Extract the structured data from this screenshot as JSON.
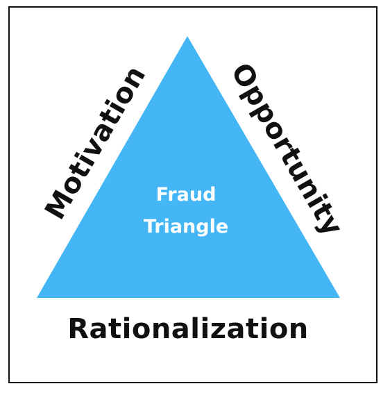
{
  "diagram": {
    "center": {
      "line1": "Fraud",
      "line2": "Triangle"
    },
    "left_side": "Motivation",
    "right_side": "Opportunity",
    "bottom": "Rationalization"
  },
  "colors": {
    "triangle_fill": "#44b6f5",
    "label_text": "#111111",
    "center_text": "#ffffff",
    "frame_border": "#111111"
  }
}
